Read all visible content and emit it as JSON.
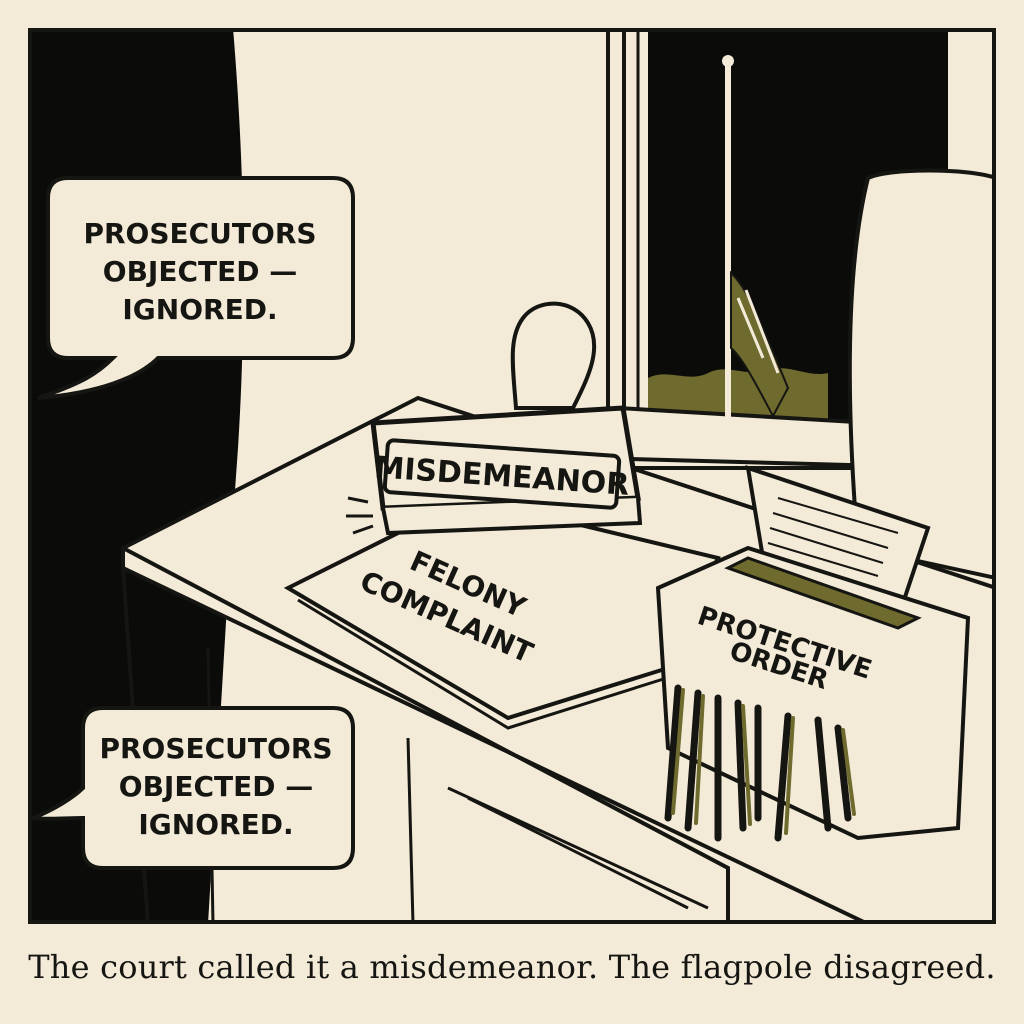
{
  "comic": {
    "bubble_top": {
      "lines": [
        "PROSECUTORS",
        "OBJECTED —",
        "IGNORED."
      ]
    },
    "bubble_bottom": {
      "lines": [
        "PROSECUTORS",
        "OBJECTED —",
        "IGNORED."
      ]
    },
    "stamp_label": "MISDEMEANOR",
    "folder_label": {
      "lines": [
        "FELONY",
        "COMPLAINT"
      ]
    },
    "shredder_label": {
      "lines": [
        "PROTECTIVE",
        "ORDER"
      ]
    },
    "caption": "The court called it a misdemeanor. The flagpole disagreed."
  },
  "colors": {
    "ink": "#151512",
    "paper": "#f3ead8",
    "olive": "#6f6a2e",
    "dark": "#0b0b0a"
  }
}
